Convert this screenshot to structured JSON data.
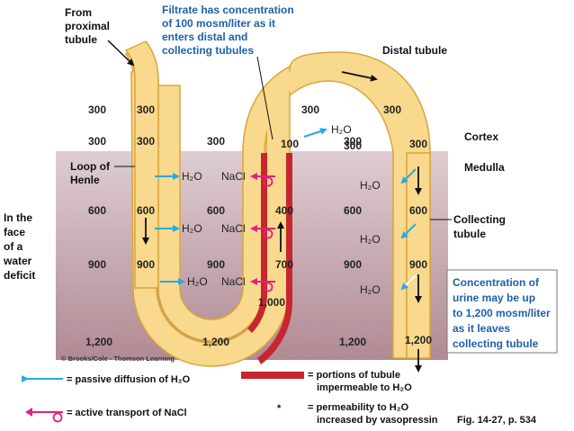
{
  "labels": {
    "from_proximal": [
      "From",
      "proximal",
      "tubule"
    ],
    "filtrate_note": [
      "Filtrate has concentration",
      "of 100 mosm/liter as it",
      "enters distal and",
      "collecting tubules"
    ],
    "distal_tubule": "Distal tubule",
    "cortex": "Cortex",
    "medulla": "Medulla",
    "loop_of_henle": [
      "Loop of",
      "Henle"
    ],
    "face_of_deficit": [
      "In the",
      "face",
      "of a",
      "water",
      "deficit"
    ],
    "collecting_tubule": [
      "Collecting",
      "tubule"
    ],
    "urine_note": [
      "Concentration of",
      "urine may be up",
      "to 1,200 mosm/liter",
      "as it leaves",
      "collecting tubule"
    ],
    "credit": "© Brooks/Cole - Thomson Learning",
    "figure_ref": "Fig. 14-27, p. 534"
  },
  "chem": {
    "water": "H₂O",
    "salt": "NaCl"
  },
  "values": {
    "desc_top": "300",
    "desc_mid": "600",
    "desc_bot": "900",
    "asc_top": "100",
    "asc_mid": "400",
    "asc_bot": "700",
    "bend": "1,000",
    "dist_a": "300",
    "dist_b": "300",
    "dist_c": "300",
    "coll_top": "300",
    "coll_mid": "600",
    "coll_bot": "900",
    "coll_end": "1,200",
    "interstitial": {
      "col1": [
        "300",
        "300",
        "600",
        "900",
        "1,200"
      ],
      "col2": [
        "300",
        "600",
        "900",
        "1,200"
      ],
      "col3": [
        "300",
        "600",
        "900",
        "1,200"
      ]
    }
  },
  "legend": {
    "passive_prefix": "= passive diffusion of ",
    "active": "= active transport of NaCl",
    "impermeable": [
      "= portions of tubule",
      "impermeable to H₂O"
    ],
    "vasopressin_star": "*",
    "vasopressin": [
      "= permeability to H₂O",
      "increased by vasopressin"
    ]
  },
  "colors": {
    "tubule": "#f8d98e",
    "tubule_edge": "#d9a53a",
    "medulla_top": "#d8c7cc",
    "medulla_bottom": "#b48d96",
    "impermeable": "#c8262e",
    "water_arrow": "#2aa8e0",
    "nacl_arrow": "#e0217e",
    "text_blue": "#1f5fa8"
  }
}
